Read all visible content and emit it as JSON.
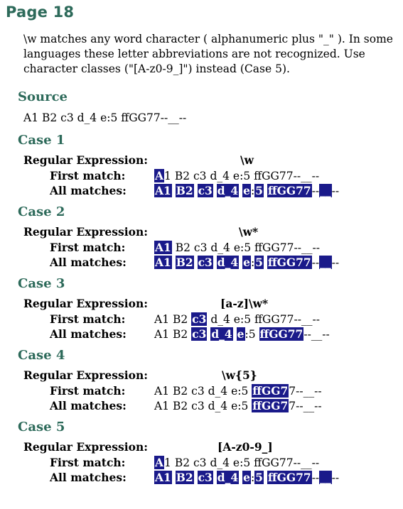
{
  "page_title": "Page 18",
  "intro": "\\w matches any word character ( alphanumeric plus \"_\" ). In some languages these letter abbreviations are not recognized. Use character classes (\"[A-z0-9_]\") instead (Case 5).",
  "source": {
    "heading": "Source",
    "text": "A1 B2 c3 d_4 e:5 ffGG77--__--"
  },
  "labels": {
    "regex": "Regular Expression:",
    "first": "First match:",
    "all": "All matches:"
  },
  "cases": [
    {
      "heading": "Case 1",
      "regex": "\\w",
      "first": [
        {
          "t": "A",
          "h": true
        },
        {
          "t": "1 B2 c3 d_4 e:5 ffGG77--__--",
          "h": false
        }
      ],
      "all": [
        {
          "t": "A1",
          "h": true
        },
        {
          "t": " ",
          "h": false
        },
        {
          "t": "B2",
          "h": true
        },
        {
          "t": " ",
          "h": false
        },
        {
          "t": "c3",
          "h": true
        },
        {
          "t": " ",
          "h": false
        },
        {
          "t": "d_4",
          "h": true
        },
        {
          "t": " ",
          "h": false
        },
        {
          "t": "e",
          "h": true
        },
        {
          "t": ":",
          "h": false
        },
        {
          "t": "5",
          "h": true
        },
        {
          "t": " ",
          "h": false
        },
        {
          "t": "ffGG77",
          "h": true
        },
        {
          "t": "--",
          "h": false
        },
        {
          "t": "__",
          "h": true
        },
        {
          "t": "--",
          "h": false
        }
      ]
    },
    {
      "heading": "Case 2",
      "regex": "\\w*",
      "first": [
        {
          "t": "A1",
          "h": true
        },
        {
          "t": " B2 c3 d_4 e:5 ffGG77--__--",
          "h": false
        }
      ],
      "all": [
        {
          "t": "A1",
          "h": true
        },
        {
          "t": " ",
          "h": false
        },
        {
          "t": "B2",
          "h": true
        },
        {
          "t": " ",
          "h": false
        },
        {
          "t": "c3",
          "h": true
        },
        {
          "t": " ",
          "h": false
        },
        {
          "t": "d_4",
          "h": true
        },
        {
          "t": " ",
          "h": false
        },
        {
          "t": "e",
          "h": true
        },
        {
          "t": ":",
          "h": false
        },
        {
          "t": "5",
          "h": true
        },
        {
          "t": " ",
          "h": false
        },
        {
          "t": "ffGG77",
          "h": true
        },
        {
          "t": "--",
          "h": false
        },
        {
          "t": "__",
          "h": true
        },
        {
          "t": "--",
          "h": false
        }
      ]
    },
    {
      "heading": "Case 3",
      "regex": "[a-z]\\w*",
      "first": [
        {
          "t": "A1 B2 ",
          "h": false
        },
        {
          "t": "c3",
          "h": true
        },
        {
          "t": " d_4 e:5 ffGG77--__--",
          "h": false
        }
      ],
      "all": [
        {
          "t": "A1 B2 ",
          "h": false
        },
        {
          "t": "c3",
          "h": true
        },
        {
          "t": " ",
          "h": false
        },
        {
          "t": "d_4",
          "h": true
        },
        {
          "t": " ",
          "h": false
        },
        {
          "t": "e",
          "h": true
        },
        {
          "t": ":5 ",
          "h": false
        },
        {
          "t": "ffGG77",
          "h": true
        },
        {
          "t": "--__--",
          "h": false
        }
      ]
    },
    {
      "heading": "Case 4",
      "regex": "\\w{5}",
      "first": [
        {
          "t": "A1 B2 c3 d_4 e:5 ",
          "h": false
        },
        {
          "t": "ffGG7",
          "h": true
        },
        {
          "t": "7--__--",
          "h": false
        }
      ],
      "all": [
        {
          "t": "A1 B2 c3 d_4 e:5 ",
          "h": false
        },
        {
          "t": "ffGG7",
          "h": true
        },
        {
          "t": "7--__--",
          "h": false
        }
      ]
    },
    {
      "heading": "Case 5",
      "regex": "[A-z0-9_]",
      "first": [
        {
          "t": "A",
          "h": true
        },
        {
          "t": "1 B2 c3 d_4 e:5 ffGG77--__--",
          "h": false
        }
      ],
      "all": [
        {
          "t": "A1",
          "h": true
        },
        {
          "t": " ",
          "h": false
        },
        {
          "t": "B2",
          "h": true
        },
        {
          "t": " ",
          "h": false
        },
        {
          "t": "c3",
          "h": true
        },
        {
          "t": " ",
          "h": false
        },
        {
          "t": "d_4",
          "h": true
        },
        {
          "t": " ",
          "h": false
        },
        {
          "t": "e",
          "h": true
        },
        {
          "t": ":",
          "h": false
        },
        {
          "t": "5",
          "h": true
        },
        {
          "t": " ",
          "h": false
        },
        {
          "t": "ffGG77",
          "h": true
        },
        {
          "t": "--",
          "h": false
        },
        {
          "t": "__",
          "h": true
        },
        {
          "t": "--",
          "h": false
        }
      ]
    }
  ],
  "colors": {
    "heading": "#2d6a5a",
    "highlight_bg": "#1a1a8a",
    "highlight_fg": "#ffffff"
  }
}
